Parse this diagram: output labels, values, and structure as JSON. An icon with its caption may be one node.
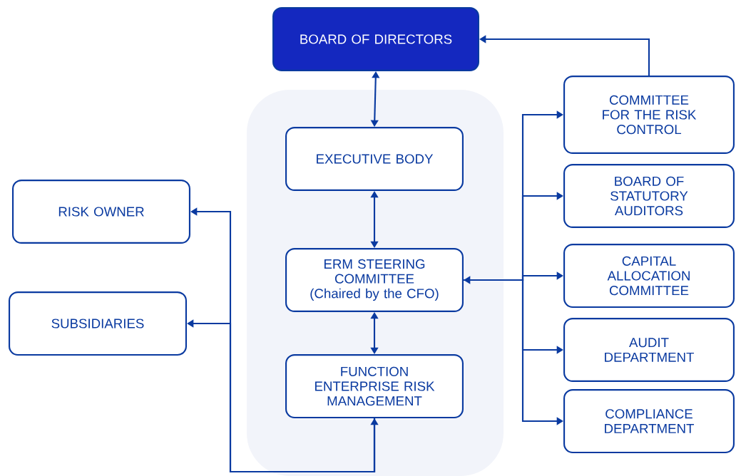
{
  "diagram": {
    "nodes": [
      {
        "text": [
          "BOARD OF DIRECTORS"
        ]
      },
      {
        "text": [
          "EXECUTIVE BODY"
        ]
      },
      {
        "text": [
          "ERM STEERING COMMITTEE (Chaired by the CFO)"
        ]
      },
      {
        "text": [
          "FUNCTION ENTERPRISE RISK MANAGEMENT"
        ]
      },
      {
        "text": [
          "RISK OWNER"
        ]
      },
      {
        "text": [
          "SUBSIDIARIES"
        ]
      },
      {
        "text": [
          "COMMITTEE FOR THE RISK CONTROL"
        ]
      },
      {
        "text": [
          "BOARD OF STATUTORY AUDITORS"
        ]
      },
      {
        "text": [
          "CAPITAL ALLOCATION COMMITTEE"
        ]
      },
      {
        "text": [
          "AUDIT DEPARTMENT"
        ]
      },
      {
        "text": [
          "COMPLIANCE DEPARTMENT"
        ]
      }
    ],
    "edges": [
      {
        "from": 0,
        "to": 1,
        "arrow": "both"
      },
      {
        "from": 1,
        "to": 2,
        "arrow": "both"
      },
      {
        "from": 2,
        "to": 3,
        "arrow": "both"
      },
      {
        "from": 6,
        "to": 0,
        "arrow": "to"
      },
      {
        "from": null,
        "to": 2,
        "arrow": "to"
      },
      {
        "from": 2,
        "to": 6,
        "arrow": "to"
      },
      {
        "from": 2,
        "to": 7,
        "arrow": "to"
      },
      {
        "from": 2,
        "to": 8,
        "arrow": "to"
      },
      {
        "from": 2,
        "to": 9,
        "arrow": "to"
      },
      {
        "from": 2,
        "to": 10,
        "arrow": "to"
      },
      {
        "from": null,
        "to": 3,
        "arrow": "to"
      },
      {
        "from": 3,
        "to": 4,
        "arrow": "to"
      },
      {
        "from": 3,
        "to": 5,
        "arrow": "to"
      }
    ]
  }
}
